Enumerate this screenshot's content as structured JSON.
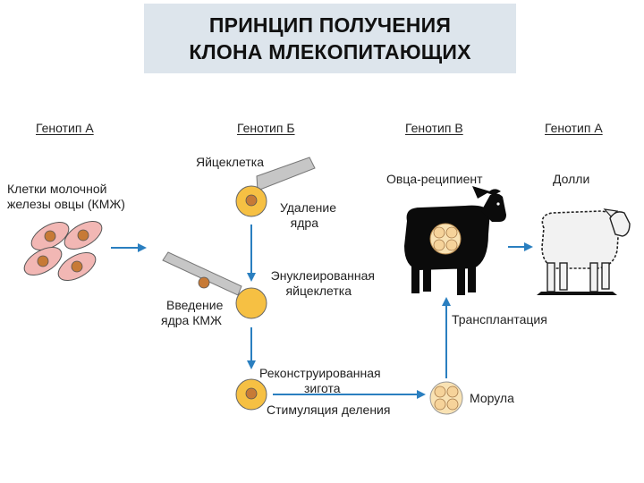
{
  "title": {
    "line1": "ПРИНЦИП ПОЛУЧЕНИЯ",
    "line2": "КЛОНА МЛЕКОПИТАЮЩИХ"
  },
  "genotypes": {
    "col1": "Генотип А",
    "col2": "Генотип Б",
    "col3": "Генотип В",
    "col4": "Генотип А"
  },
  "labels": {
    "mammary_cells_line1": "Клетки молочной",
    "mammary_cells_line2": "железы овцы (КМЖ)",
    "egg_cell": "Яйцеклетка",
    "nucleus_removal_line1": "Удаление",
    "nucleus_removal_line2": "ядра",
    "enucleated_line1": "Энуклеированная",
    "enucleated_line2": "яйцеклетка",
    "insertion_line1": "Введение",
    "insertion_line2": "ядра КМЖ",
    "reconstructed_line1": "Реконструированная",
    "reconstructed_line2": "зигота",
    "stimulation": "Стимуляция деления",
    "morula": "Морула",
    "transplantation": "Трансплантация",
    "recipient_sheep": "Овца-реципиент",
    "dolly": "Долли"
  },
  "colors": {
    "title_bg": "#dde5ec",
    "arrow": "#2a7fc0",
    "cell_fill": "#f2b7b4",
    "egg_fill": "#f6c043",
    "nucleus_fill": "#c77a36",
    "pipette": "#c6c6c6"
  }
}
